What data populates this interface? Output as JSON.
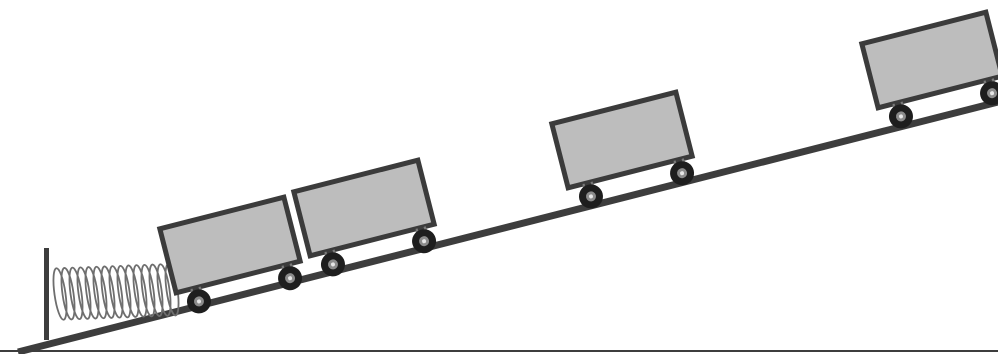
{
  "scene": {
    "objects": [
      "incline",
      "ground-line",
      "wall-post",
      "coil-spring",
      "cart",
      "cart",
      "cart",
      "cart"
    ],
    "colors": {
      "background": "#ffffff",
      "incline": "#3d3d3d",
      "cart_fill": "#bdbdbd",
      "cart_outline": "#3b3b3b",
      "wheel": "#1e1e1e",
      "spring": "#6e6e6e"
    },
    "cart_count": 4
  }
}
